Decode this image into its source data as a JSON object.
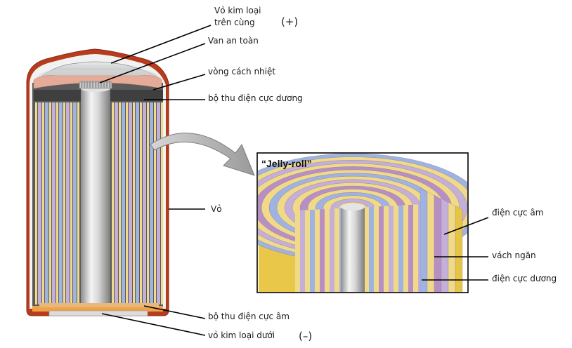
{
  "title": "",
  "labels": {
    "top_metal_cap": [
      "Vỏ kim loại",
      "trên cùng"
    ],
    "safety_valve": "Van an toàn",
    "insulating_ring": "vòng cách nhiệt",
    "positive_collector": "bộ thu điện cực dương",
    "casing": "Vỏ",
    "negative_collector": "bộ thu điện cực âm",
    "bottom_metal_cap": "vỏ kim loại dưới",
    "plus_sign": "(+)",
    "minus_sign": "(–)"
  },
  "inset": {
    "title": "“Jelly-roll”",
    "labels": {
      "negative_electrode": "điện cực âm",
      "separator": "vách ngăn",
      "positive_electrode": "điện cực dương"
    }
  },
  "colors": {
    "casing_red": "#b73c1e",
    "insulator_pink": "#e6ab98",
    "cap_silver": "#c9cbcc",
    "dark_core": "#585858",
    "strip_yellow": "#f0da8a",
    "strip_lavender": "#c4afd8",
    "strip_blue": "#9fb3e3",
    "strip_purple": "#b88fc4",
    "inset_side_yellow": "#e6c546",
    "arrow_gray": "#a9a9a9"
  },
  "icons": [
    "curved-arrow-icon"
  ]
}
